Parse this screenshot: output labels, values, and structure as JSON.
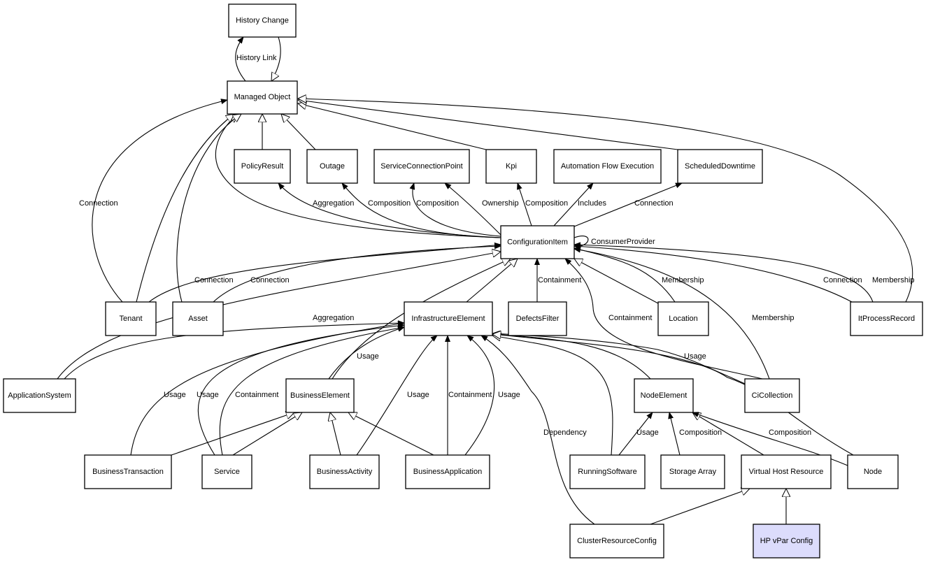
{
  "diagram": {
    "title": "Class model diagram",
    "highlight_color": "#dcdcfc",
    "nodes": [
      {
        "id": "history-change",
        "label": "History Change"
      },
      {
        "id": "managed-object",
        "label": "Managed Object"
      },
      {
        "id": "policy-result",
        "label": "PolicyResult"
      },
      {
        "id": "outage",
        "label": "Outage"
      },
      {
        "id": "service-connection-point",
        "label": "ServiceConnectionPoint"
      },
      {
        "id": "kpi",
        "label": "Kpi"
      },
      {
        "id": "automation-flow-execution",
        "label": "Automation Flow Execution"
      },
      {
        "id": "scheduled-downtime",
        "label": "ScheduledDowntime"
      },
      {
        "id": "configuration-item",
        "label": "ConfigurationItem"
      },
      {
        "id": "tenant",
        "label": "Tenant"
      },
      {
        "id": "asset",
        "label": "Asset"
      },
      {
        "id": "infrastructure-element",
        "label": "InfrastructureElement"
      },
      {
        "id": "defects-filter",
        "label": "DefectsFilter"
      },
      {
        "id": "location",
        "label": "Location"
      },
      {
        "id": "it-process-record",
        "label": "ItProcessRecord"
      },
      {
        "id": "application-system",
        "label": "ApplicationSystem"
      },
      {
        "id": "business-element",
        "label": "BusinessElement"
      },
      {
        "id": "node-element",
        "label": "NodeElement"
      },
      {
        "id": "ci-collection",
        "label": "CiCollection"
      },
      {
        "id": "business-transaction",
        "label": "BusinessTransaction"
      },
      {
        "id": "service",
        "label": "Service"
      },
      {
        "id": "business-activity",
        "label": "BusinessActivity"
      },
      {
        "id": "business-application",
        "label": "BusinessApplication"
      },
      {
        "id": "running-software",
        "label": "RunningSoftware"
      },
      {
        "id": "storage-array",
        "label": "Storage Array"
      },
      {
        "id": "virtual-host-resource",
        "label": "Virtual Host Resource"
      },
      {
        "id": "node",
        "label": "Node"
      },
      {
        "id": "cluster-resource-config",
        "label": "ClusterResourceConfig"
      },
      {
        "id": "hp-vpar-config",
        "label": "HP vPar Config",
        "highlighted": true
      }
    ],
    "edges": [
      {
        "from": "managed-object",
        "to": "history-change",
        "type": "association",
        "label": "History Link"
      },
      {
        "from": "history-change",
        "to": "managed-object",
        "type": "inheritance",
        "label": ""
      },
      {
        "from": "policy-result",
        "to": "managed-object",
        "type": "inheritance",
        "label": ""
      },
      {
        "from": "outage",
        "to": "managed-object",
        "type": "inheritance",
        "label": ""
      },
      {
        "from": "kpi",
        "to": "managed-object",
        "type": "inheritance",
        "label": ""
      },
      {
        "from": "scheduled-downtime",
        "to": "managed-object",
        "type": "inheritance",
        "label": ""
      },
      {
        "from": "it-process-record",
        "to": "managed-object",
        "type": "inheritance",
        "label": ""
      },
      {
        "from": "configuration-item",
        "to": "managed-object",
        "type": "inheritance",
        "label": ""
      },
      {
        "from": "tenant",
        "to": "managed-object",
        "type": "association",
        "label": "Connection"
      },
      {
        "from": "tenant",
        "to": "managed-object",
        "type": "inheritance",
        "label": ""
      },
      {
        "from": "asset",
        "to": "managed-object",
        "type": "inheritance",
        "label": ""
      },
      {
        "from": "configuration-item",
        "to": "policy-result",
        "type": "association",
        "label": "Aggregation"
      },
      {
        "from": "configuration-item",
        "to": "outage",
        "type": "association",
        "label": "Composition"
      },
      {
        "from": "configuration-item",
        "to": "service-connection-point",
        "type": "association",
        "label": "Composition"
      },
      {
        "from": "configuration-item",
        "to": "service-connection-point",
        "type": "association",
        "label": "Ownership"
      },
      {
        "from": "configuration-item",
        "to": "kpi",
        "type": "association",
        "label": "Composition"
      },
      {
        "from": "configuration-item",
        "to": "automation-flow-execution",
        "type": "association",
        "label": "Includes"
      },
      {
        "from": "configuration-item",
        "to": "scheduled-downtime",
        "type": "association",
        "label": "Connection"
      },
      {
        "from": "configuration-item",
        "to": "configuration-item",
        "type": "association",
        "label": "ConsumerProvider"
      },
      {
        "from": "tenant",
        "to": "configuration-item",
        "type": "association",
        "label": "Connection"
      },
      {
        "from": "asset",
        "to": "configuration-item",
        "type": "association",
        "label": "Connection"
      },
      {
        "from": "application-system",
        "to": "configuration-item",
        "type": "inheritance",
        "label": ""
      },
      {
        "from": "application-system",
        "to": "infrastructure-element",
        "type": "association",
        "label": "Aggregation"
      },
      {
        "from": "infrastructure-element",
        "to": "configuration-item",
        "type": "inheritance",
        "label": ""
      },
      {
        "from": "defects-filter",
        "to": "configuration-item",
        "type": "association",
        "label": "Containment"
      },
      {
        "from": "ci-collection",
        "to": "configuration-item",
        "type": "association",
        "label": "Containment"
      },
      {
        "from": "location",
        "to": "configuration-item",
        "type": "inheritance",
        "label": ""
      },
      {
        "from": "location",
        "to": "configuration-item",
        "type": "association",
        "label": "Membership"
      },
      {
        "from": "ci-collection",
        "to": "configuration-item",
        "type": "association",
        "label": "Membership"
      },
      {
        "from": "it-process-record",
        "to": "configuration-item",
        "type": "association",
        "label": "Connection"
      },
      {
        "from": "it-process-record",
        "to": "configuration-item",
        "type": "association",
        "label": "Membership"
      },
      {
        "from": "business-element",
        "to": "configuration-item",
        "type": "inheritance",
        "label": ""
      },
      {
        "from": "business-element",
        "to": "infrastructure-element",
        "type": "association",
        "label": "Usage"
      },
      {
        "from": "business-transaction",
        "to": "infrastructure-element",
        "type": "association",
        "label": "Usage"
      },
      {
        "from": "service",
        "to": "infrastructure-element",
        "type": "association",
        "label": "Usage"
      },
      {
        "from": "service",
        "to": "infrastructure-element",
        "type": "association",
        "label": "Containment"
      },
      {
        "from": "business-activity",
        "to": "infrastructure-element",
        "type": "association",
        "label": "Usage"
      },
      {
        "from": "business-application",
        "to": "infrastructure-element",
        "type": "association",
        "label": "Containment"
      },
      {
        "from": "business-application",
        "to": "infrastructure-element",
        "type": "association",
        "label": "Usage"
      },
      {
        "from": "cluster-resource-config",
        "to": "infrastructure-element",
        "type": "association",
        "label": "Dependency"
      },
      {
        "from": "running-software",
        "to": "infrastructure-element",
        "type": "inheritance",
        "label": ""
      },
      {
        "from": "node-element",
        "to": "infrastructure-element",
        "type": "inheritance",
        "label": ""
      },
      {
        "from": "ci-collection",
        "to": "infrastructure-element",
        "type": "association",
        "label": "Usage"
      },
      {
        "from": "node",
        "to": "infrastructure-element",
        "type": "inheritance",
        "label": ""
      },
      {
        "from": "business-transaction",
        "to": "business-element",
        "type": "inheritance",
        "label": ""
      },
      {
        "from": "service",
        "to": "business-element",
        "type": "inheritance",
        "label": ""
      },
      {
        "from": "business-activity",
        "to": "business-element",
        "type": "inheritance",
        "label": ""
      },
      {
        "from": "business-application",
        "to": "business-element",
        "type": "inheritance",
        "label": ""
      },
      {
        "from": "running-software",
        "to": "node-element",
        "type": "association",
        "label": "Usage"
      },
      {
        "from": "storage-array",
        "to": "node-element",
        "type": "association",
        "label": "Composition"
      },
      {
        "from": "virtual-host-resource",
        "to": "node-element",
        "type": "inheritance",
        "label": ""
      },
      {
        "from": "node",
        "to": "node-element",
        "type": "association",
        "label": "Composition"
      },
      {
        "from": "cluster-resource-config",
        "to": "virtual-host-resource",
        "type": "inheritance",
        "label": ""
      },
      {
        "from": "hp-vpar-config",
        "to": "virtual-host-resource",
        "type": "inheritance",
        "label": ""
      }
    ]
  }
}
